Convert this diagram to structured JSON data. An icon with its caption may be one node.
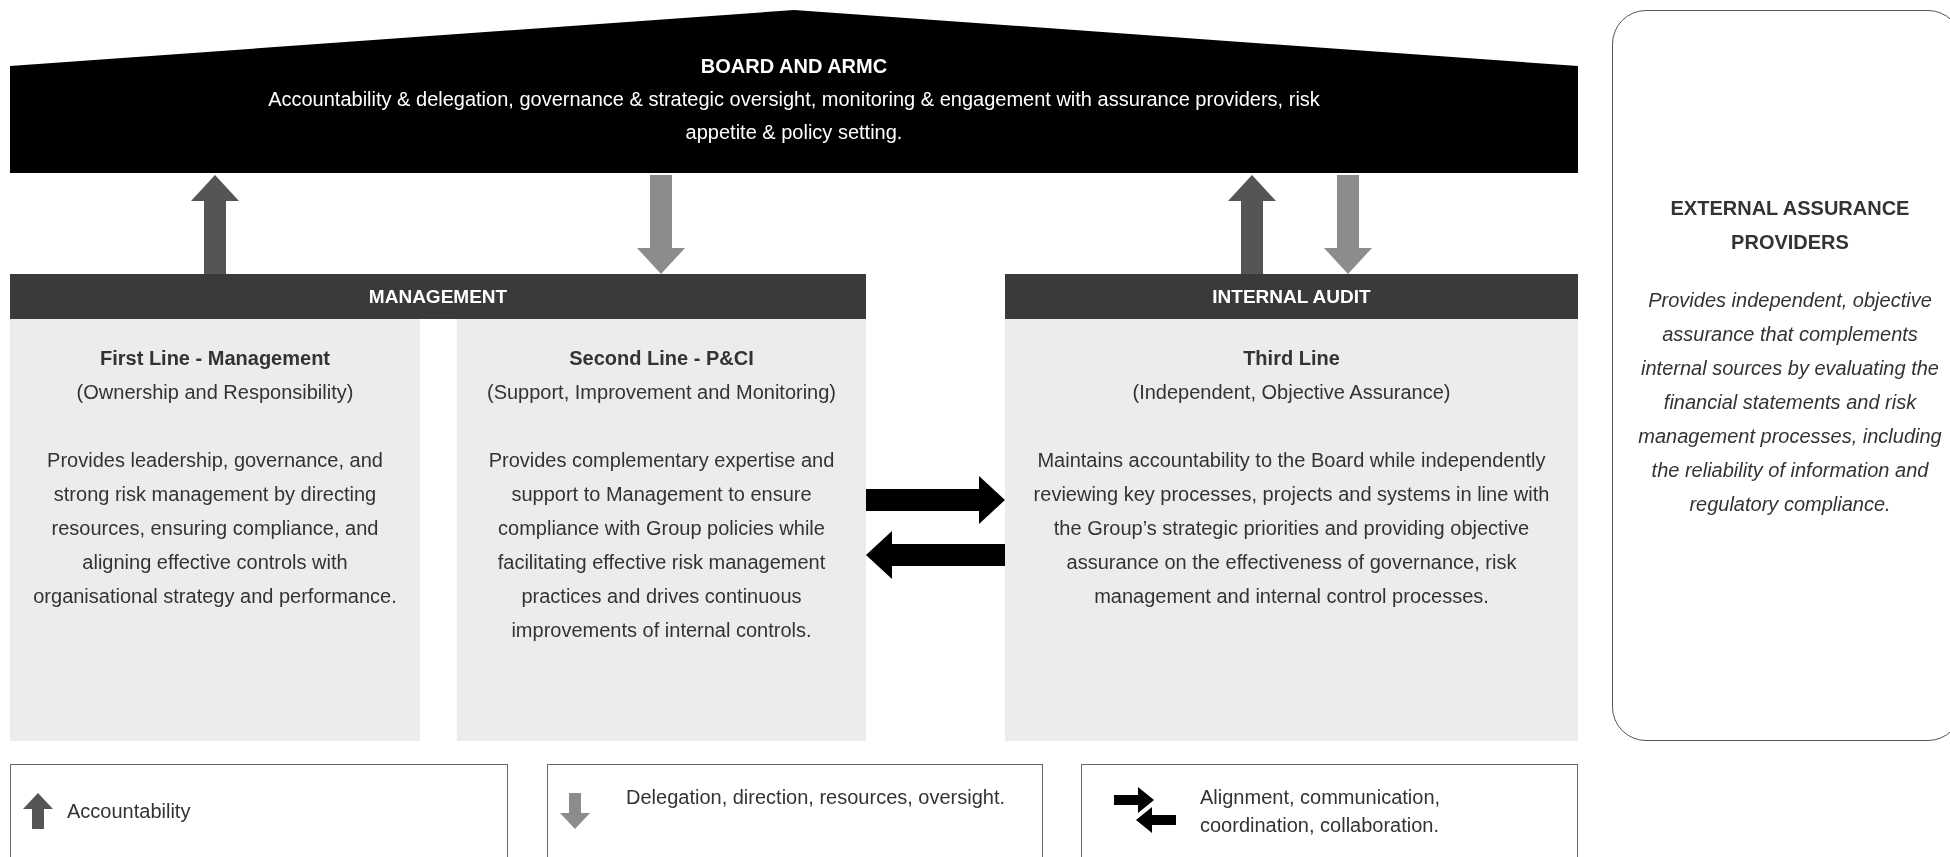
{
  "diagram": {
    "nodes": [
      {
        "text": [
          "BOARD AND ARMC",
          "Accountability & delegation, governance & strategic oversight, monitoring & engagement with assurance providers, risk appetite & policy setting."
        ]
      },
      {
        "text": [
          "MANAGEMENT"
        ]
      },
      {
        "text": [
          "First Line - Management",
          "(Ownership and Responsibility)",
          "Provides leadership, governance, and strong risk management by directing resources, ensuring compliance, and aligning effective controls with organisational strategy and performance."
        ],
        "in": 1
      },
      {
        "text": [
          "Second Line - P&CI",
          "(Support, Improvement and Monitoring)",
          "Provides complementary expertise and support to Management to ensure compliance with Group policies while facilitating effective risk management practices and drives continuous improvements of internal controls."
        ],
        "in": 1
      },
      {
        "text": [
          "INTERNAL AUDIT"
        ]
      },
      {
        "text": [
          "Third Line",
          "(Independent, Objective Assurance)",
          "Maintains accountability to the Board while independently reviewing key processes, projects and systems in line with the Group’s strategic priorities and providing objective assurance on the effectiveness of governance, risk management and internal control processes."
        ],
        "in": 4
      },
      {
        "text": [
          "EXTERNAL ASSURANCE PROVIDERS",
          "Provides independent, objective assurance that complements internal sources by evaluating the financial statements and risk management processes, including the reliability of information and regulatory compliance."
        ]
      }
    ],
    "edges": [
      {
        "from": 1,
        "to": 0,
        "arrow": "to",
        "color": "#555555"
      },
      {
        "from": 0,
        "to": 1,
        "arrow": "to",
        "color": "#8c8c8c"
      },
      {
        "from": 4,
        "to": 0,
        "arrow": "to",
        "color": "#555555"
      },
      {
        "from": 0,
        "to": 4,
        "arrow": "to",
        "color": "#8c8c8c"
      },
      {
        "from": 3,
        "to": 5,
        "arrow": "to",
        "color": "#000000"
      },
      {
        "from": 5,
        "to": 3,
        "arrow": "to",
        "color": "#000000"
      }
    ],
    "legend": [
      {
        "text": "Accountability"
      },
      {
        "text": "Delegation, direction, resources, oversight."
      },
      {
        "text": "Alignment, communication, coordination, collaboration."
      }
    ]
  }
}
